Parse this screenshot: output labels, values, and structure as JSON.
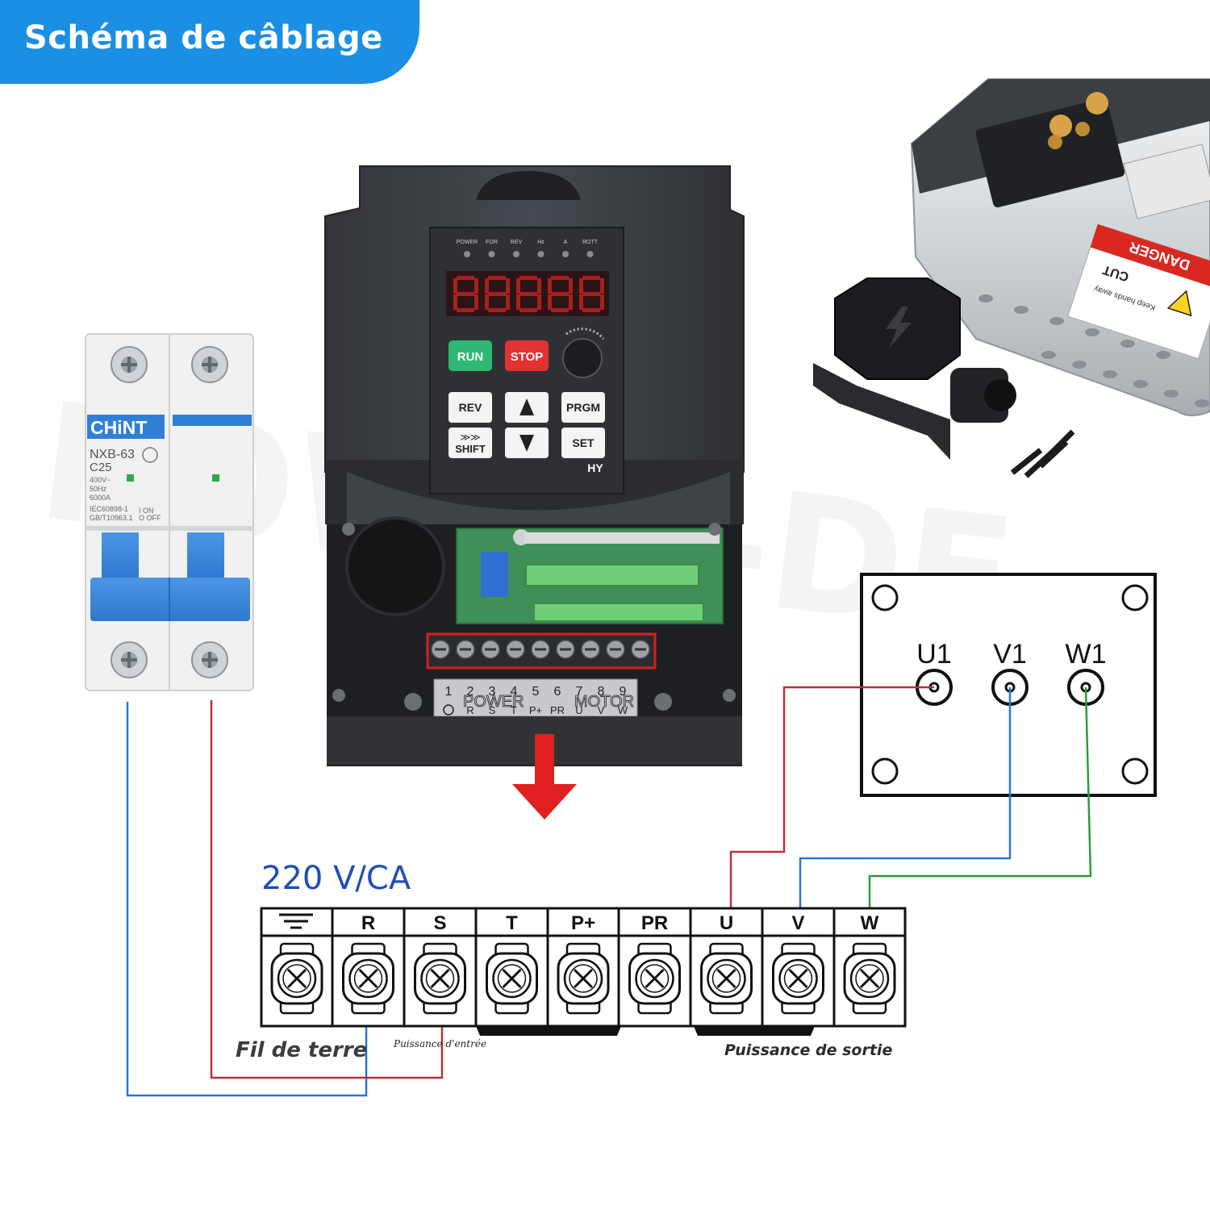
{
  "banner": {
    "title": "Schéma de câblage"
  },
  "watermark": "POWER-DE",
  "breaker": {
    "brand": "CHiNT",
    "model": "NXB-63",
    "rating": "C25",
    "specs": [
      "400V~",
      "50Hz",
      "6000A",
      "IEC60898-1",
      "GB/T10963.1"
    ],
    "switch_legend": [
      "I ON",
      "O OFF"
    ]
  },
  "inverter": {
    "indicators": [
      "POWER",
      "FOR",
      "REV",
      "Hz",
      "A",
      "ROTT"
    ],
    "keys": {
      "run": "RUN",
      "stop": "STOP",
      "rev": "REV",
      "prgm": "PRGM",
      "shift": "SHIFT",
      "set": "SET"
    },
    "brand": "HY",
    "label_numbers": [
      "1",
      "2",
      "3",
      "4",
      "5",
      "6",
      "7",
      "8",
      "9"
    ],
    "label_codes": [
      "R",
      "S",
      "T",
      "P+",
      "PR",
      "U",
      "V",
      "W"
    ],
    "label_power": "POWER",
    "label_motor": "MOTOR"
  },
  "spindle": {
    "danger": "DANGER",
    "cut": "CUT",
    "keep_away": "Keep hands away"
  },
  "motor_box": {
    "terminals": [
      "U1",
      "V1",
      "W1"
    ]
  },
  "terminal_block": {
    "voltage": "220 V/CA",
    "terminals": [
      "R",
      "S",
      "T",
      "P+",
      "PR",
      "U",
      "V",
      "W"
    ],
    "earth_label": "Fil de terre",
    "input_label": "Puissance d'entrée",
    "output_label": "Puissance de sortie"
  },
  "colors": {
    "banner": "#1a8fe3",
    "wire_red": "#b5323c",
    "wire_blue": "#2b73d8",
    "wire_green": "#2e9b3f",
    "voltage_text": "#1f4fb5",
    "inverter_body": "#3b3d42",
    "arrow": "#e02020"
  }
}
